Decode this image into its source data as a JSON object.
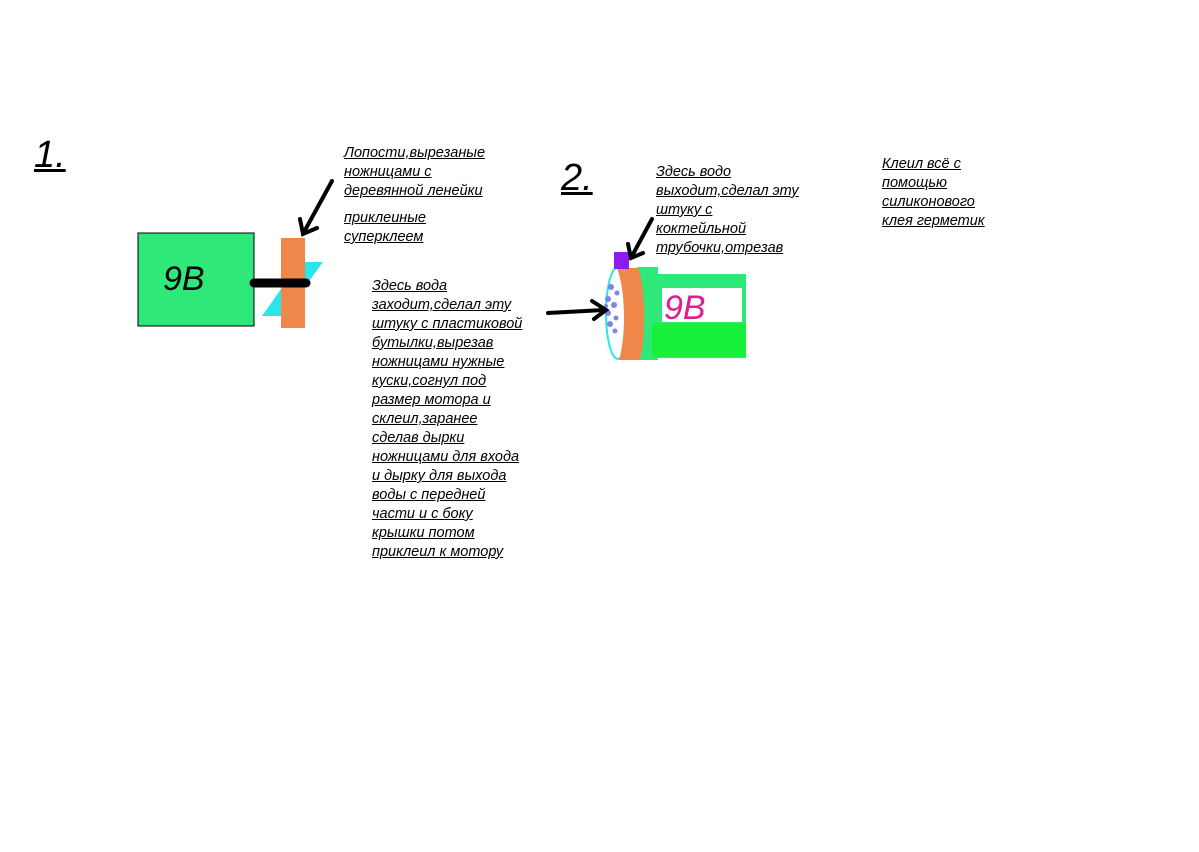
{
  "step1": {
    "number": "1.",
    "battery_label": "9B",
    "note_blades": [
      "Лопости,вырезаные",
      "ножницами с",
      "деревянной ленейки"
    ],
    "note_glued": [
      "приклеиные",
      "суперклеем"
    ]
  },
  "step2": {
    "number": "2.",
    "battery_label": "9B",
    "note_outlet": [
      "Здесь водо",
      "выходит,сделал эту",
      "штуку с",
      "коктейльной",
      "трубочки,отрезав"
    ],
    "note_glue": [
      "Клеил всё с",
      "помощью",
      "силиконового",
      "клея герметик"
    ],
    "note_inlet": [
      "Здесь вода",
      "заходит,сделал эту",
      "штуку с пластиковой",
      "бутылки,вырезав",
      "ножницами нужные",
      "куски,согнул под",
      "размер мотора и",
      "склеил,заранее",
      "сделав дырки",
      "ножницами для входа",
      "и дырку для выхода",
      "воды с передней",
      "части и с боку",
      "крышки потом",
      "приклеил к мотору"
    ]
  },
  "colors": {
    "battery_green": "#2ee87a",
    "bright_green": "#17f03a",
    "orange": "#f0874a",
    "cyan": "#2ae6ea",
    "purple": "#8a1cf0",
    "magenta_label": "#e01d8f",
    "hole_blue": "#7a86e8"
  }
}
